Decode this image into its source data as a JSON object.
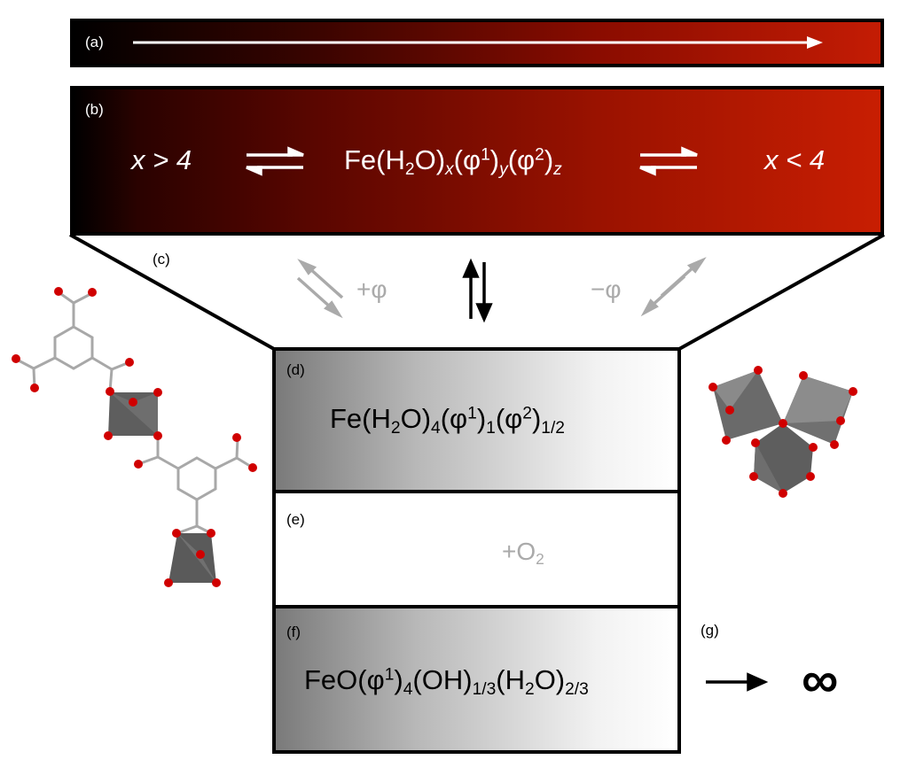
{
  "panels": {
    "a": {
      "label": "(a)"
    },
    "b": {
      "label": "(b)",
      "left": "x > 4",
      "right": "x < 4",
      "formula": [
        {
          "t": "Fe(H"
        },
        {
          "sub": "2"
        },
        {
          "t": "O)"
        },
        {
          "sub": "x",
          "it": true
        },
        {
          "t": "(φ"
        },
        {
          "sup": "1"
        },
        {
          "t": ")"
        },
        {
          "sub": "y",
          "it": true
        },
        {
          "t": "(φ"
        },
        {
          "sup": "2"
        },
        {
          "t": ")"
        },
        {
          "sub": "z",
          "it": true
        }
      ]
    },
    "c": {
      "label": "(c)",
      "plus": "+φ",
      "minus": "−φ"
    },
    "d": {
      "label": "(d)",
      "formula": [
        {
          "t": "Fe(H"
        },
        {
          "sub": "2"
        },
        {
          "t": "O)"
        },
        {
          "sub": "4"
        },
        {
          "t": "(φ"
        },
        {
          "sup": "1"
        },
        {
          "t": ")"
        },
        {
          "sub": "1"
        },
        {
          "t": "(φ"
        },
        {
          "sup": "2"
        },
        {
          "t": ")"
        },
        {
          "sub": "1/2"
        }
      ]
    },
    "e": {
      "label": "(e)",
      "reagent": [
        {
          "t": "+O"
        },
        {
          "sub": "2"
        }
      ]
    },
    "f": {
      "label": "(f)",
      "formula": [
        {
          "t": "FeO(φ"
        },
        {
          "sup": "1"
        },
        {
          "t": ")"
        },
        {
          "sub": "4"
        },
        {
          "t": "(OH)"
        },
        {
          "sub": "1/3"
        },
        {
          "t": "(H"
        },
        {
          "sub": "2"
        },
        {
          "t": "O)"
        },
        {
          "sub": "2/3"
        }
      ]
    },
    "g": {
      "label": "(g)",
      "symbol": "∞"
    }
  },
  "colors": {
    "red": "#c41c04",
    "oxygen": "#cc0000",
    "polyhedron": "#5a5a5a",
    "bond": "#a8a8a8",
    "faded": "#aaaaaa"
  }
}
